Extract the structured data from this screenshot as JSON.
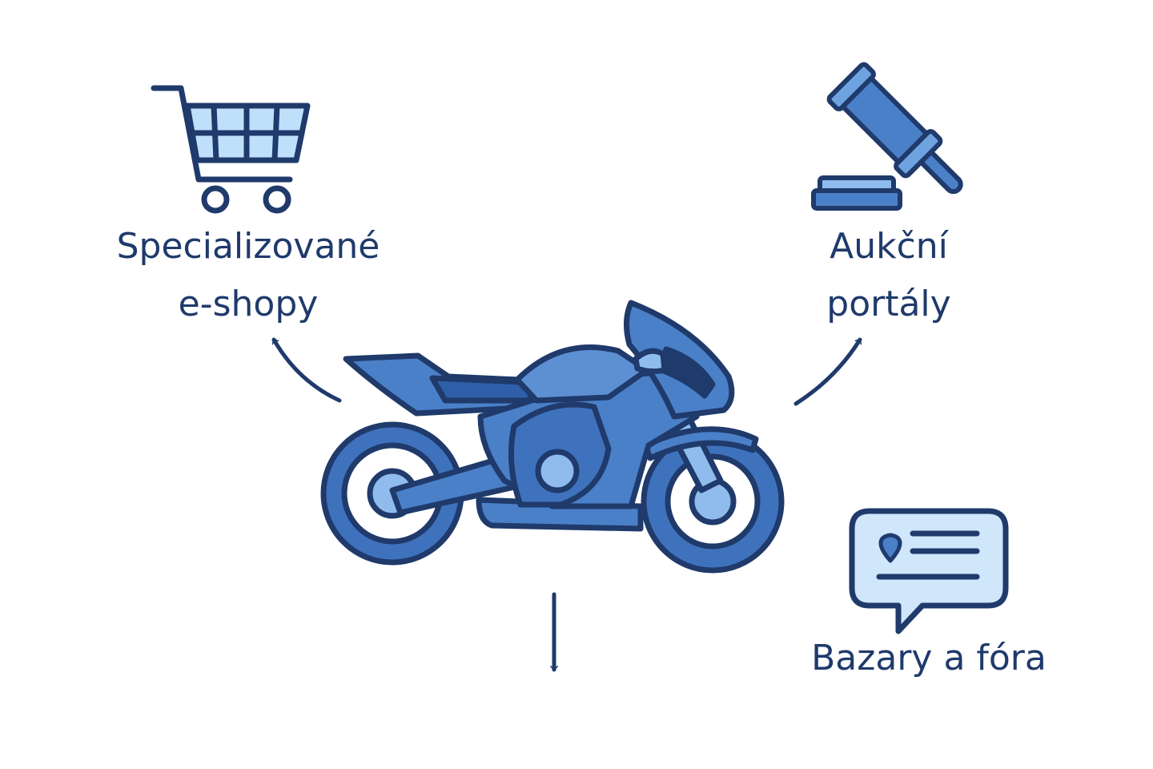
{
  "nodes": {
    "eshops": {
      "line1": "Specializované",
      "line2": "e-shopy",
      "icon": "shopping-cart-icon"
    },
    "auctions": {
      "line1": "Aukční",
      "line2": "portály",
      "icon": "gavel-icon"
    },
    "bazaars": {
      "label": "Bazary a fóra",
      "icon": "listing-chat-icon"
    },
    "center": {
      "icon": "motorcycle-icon"
    }
  },
  "colors": {
    "outline": "#1f3a6b",
    "fill_main": "#4a80c8",
    "fill_light": "#8fbcec",
    "fill_pale": "#cfe6fb",
    "background": "#ffffff"
  }
}
